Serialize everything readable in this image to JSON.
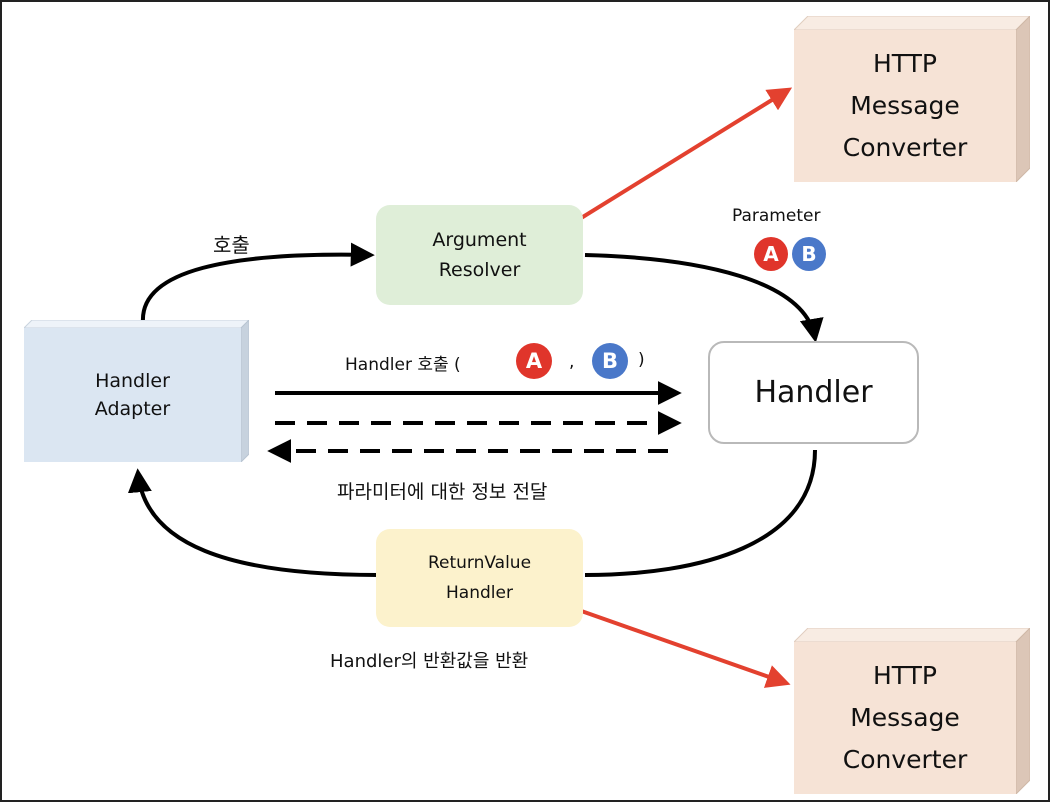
{
  "nodes": {
    "handler_adapter": "Handler\nAdapter",
    "argument_resolver": "Argument\nResolver",
    "return_value_handler": "ReturnValue\nHandler",
    "handler": "Handler",
    "converter_top": "HTTP\nMessage\nConverter",
    "converter_bottom": "HTTP\nMessage\nConverter"
  },
  "labels": {
    "call": "호출",
    "parameter": "Parameter",
    "handler_call_prefix": "Handler 호출 (",
    "handler_call_comma": ",",
    "handler_call_suffix": ")",
    "param_info": "파라미터에 대한 정보 전달",
    "return_value": "Handler의 반환값을 반환"
  },
  "badges": {
    "a": "A",
    "b": "B"
  },
  "colors": {
    "adapter_fill": "#dbe6f2",
    "resolver_fill": "#dfeed8",
    "return_fill": "#fcf2cc",
    "converter_fill": "#f6e3d6",
    "badge_a": "#e0352b",
    "badge_b": "#4a78c9",
    "accent_arrow": "#e3412f"
  }
}
